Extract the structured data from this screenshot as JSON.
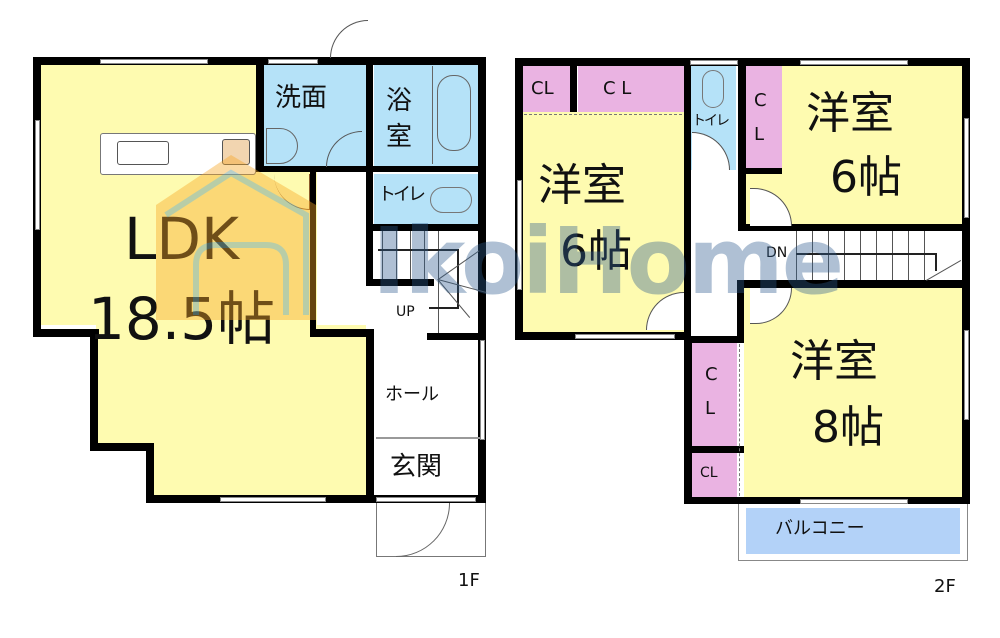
{
  "floors": [
    {
      "id": "1F",
      "label": "1F",
      "rooms": {
        "ldk": {
          "name": "LDK",
          "size": "18.5帖",
          "color": "#fefbb0"
        },
        "washroom": {
          "name": "洗面",
          "color": "#b5e2f8"
        },
        "bathroom": {
          "name_line1": "浴",
          "name_line2": "室",
          "color": "#b5e2f8"
        },
        "toilet": {
          "name": "トイレ",
          "color": "#b5e2f8"
        },
        "hall": {
          "name": "ホール",
          "color": "#ffffff"
        },
        "entrance": {
          "name": "玄関",
          "color": "#ffffff"
        }
      },
      "stairs": {
        "direction_label": "UP"
      }
    },
    {
      "id": "2F",
      "label": "2F",
      "rooms": {
        "western_room_a": {
          "name": "洋室",
          "size": "6帖",
          "color": "#fefbb0"
        },
        "western_room_b": {
          "name": "洋室",
          "size": "6帖",
          "color": "#fefbb0"
        },
        "western_room_c": {
          "name": "洋室",
          "size": "8帖",
          "color": "#fefbb0"
        },
        "closet_1": {
          "name": "CL",
          "color": "#eab3e2"
        },
        "closet_2": {
          "name": "C L",
          "color": "#eab3e2"
        },
        "closet_3": {
          "name_line1": "C",
          "name_line2": "L",
          "color": "#eab3e2"
        },
        "closet_4": {
          "name_line1": "C",
          "name_line2": "L",
          "color": "#eab3e2"
        },
        "closet_5": {
          "name": "CL",
          "color": "#eab3e2"
        },
        "toilet": {
          "name": "トイレ",
          "color": "#b5e2f8"
        },
        "balcony": {
          "name": "バルコニー",
          "color": "#b3d2f8"
        }
      },
      "stairs": {
        "direction_label": "DN"
      }
    }
  ],
  "watermark": {
    "text": "IkoiHome",
    "house_color": "#f5a623",
    "text_color": "#2f5d8f"
  }
}
